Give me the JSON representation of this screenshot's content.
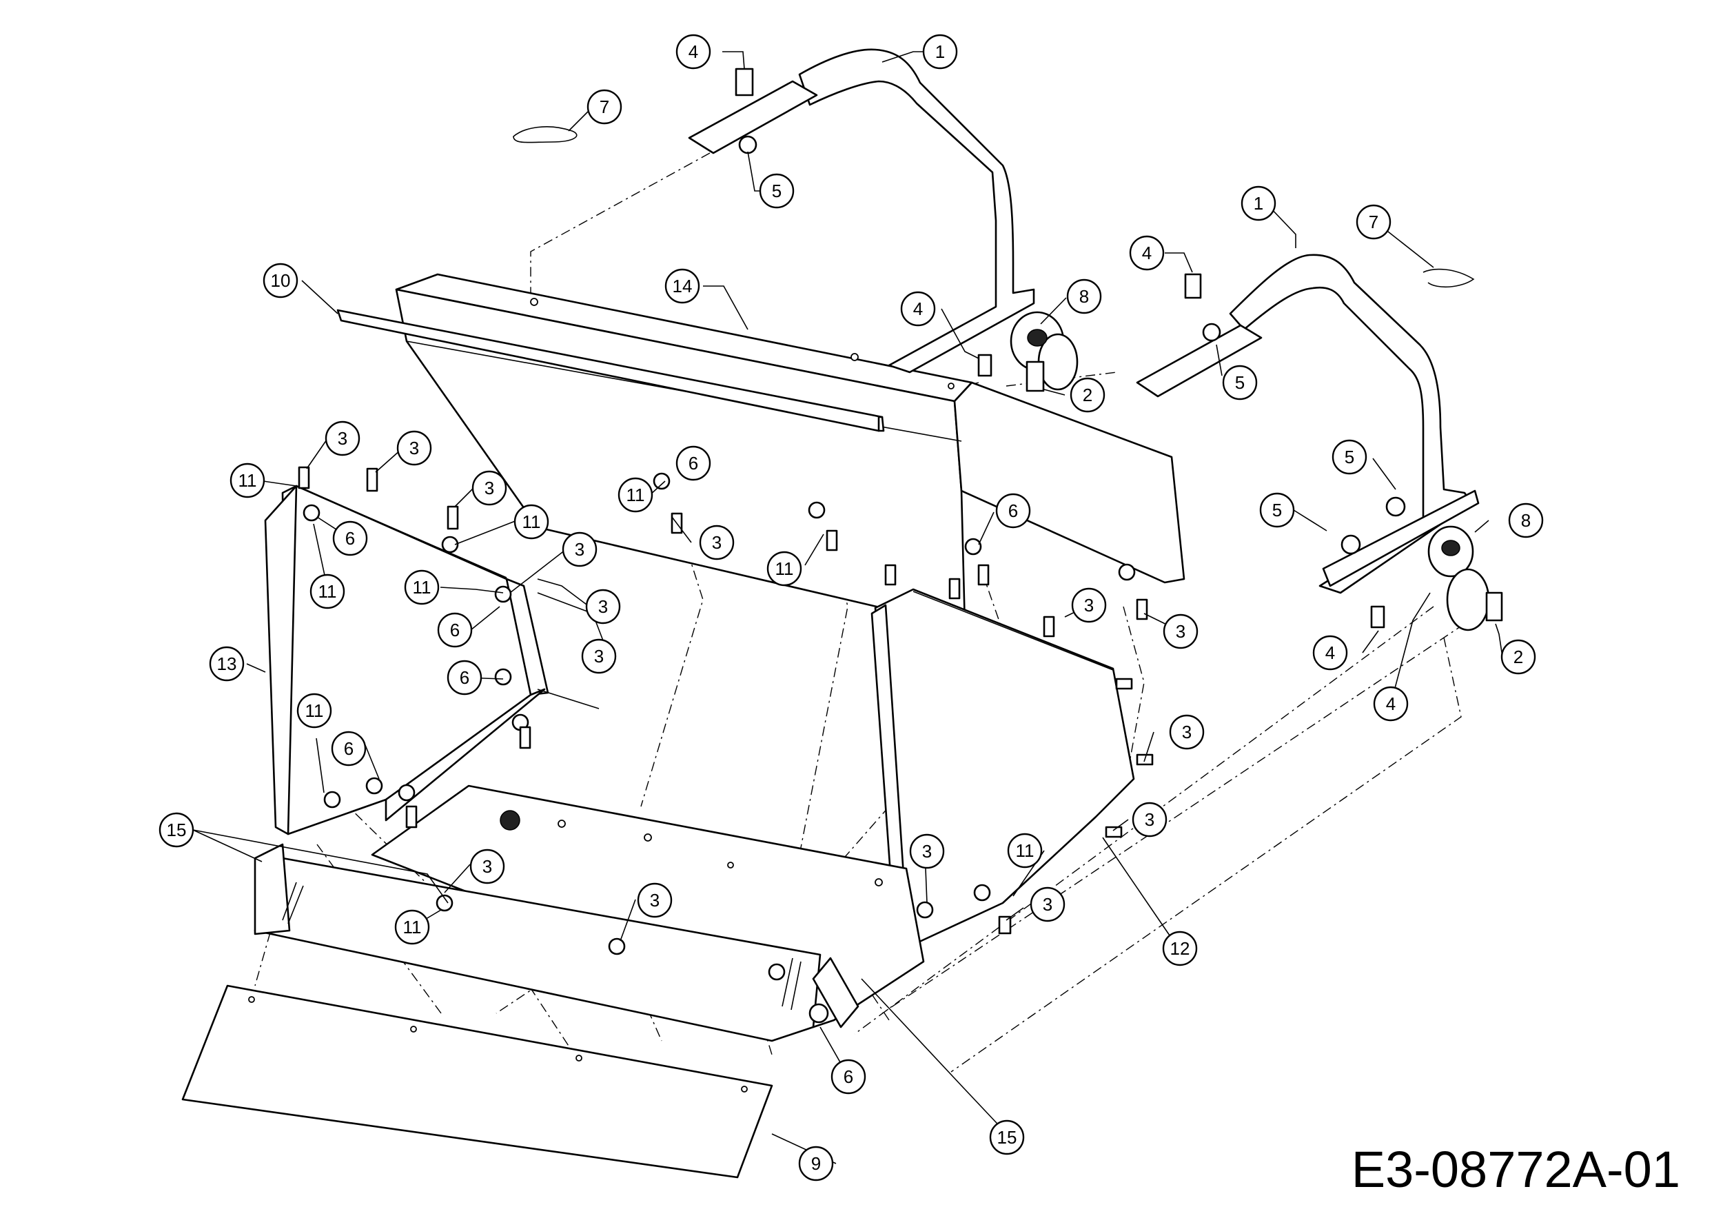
{
  "drawing_code": "E3-08772A-01",
  "callout_labels": {
    "handle": "1",
    "bolt_short": "2",
    "bolt": "3",
    "bolt_hex": "4",
    "nut_flange": "5",
    "nut": "6",
    "hairpin_clip": "7",
    "caster_wheel": "8",
    "front_flap": "9",
    "rubber_strip": "10",
    "washer": "11",
    "right_side_panel": "12",
    "left_side_panel": "13",
    "rear_panel": "14",
    "hinge_pin": "15"
  }
}
